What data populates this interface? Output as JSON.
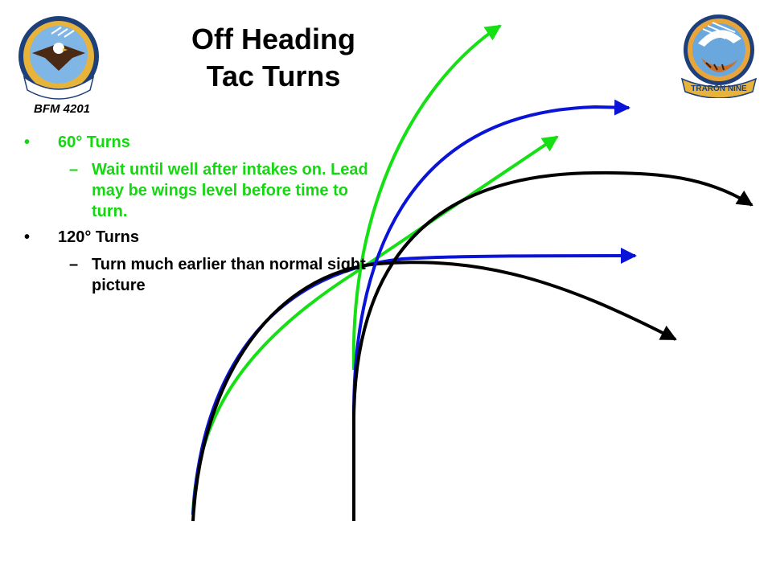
{
  "title_line1": "Off Heading",
  "title_line2": "Tac Turns",
  "course_label": "BFM 4201",
  "logos": {
    "left": "training-squadron-seven-eagle-patch",
    "right": "traron-nine-tiger-patch",
    "right_banner": "TRARON NINE"
  },
  "bullets": [
    {
      "marker": "•",
      "text": "60° Turns",
      "color": "#14d80f"
    },
    {
      "marker": "–",
      "text": "Wait until well after intakes on. Lead may be wings level before time to turn.",
      "color": "#14d80f"
    },
    {
      "marker": "•",
      "text": "120° Turns",
      "color": "#000000"
    },
    {
      "marker": "–",
      "text": "Turn much earlier than normal sight picture",
      "color": "#000000"
    }
  ],
  "colors": {
    "green": "#14e014",
    "blue": "#0a14d8",
    "black": "#000000"
  }
}
